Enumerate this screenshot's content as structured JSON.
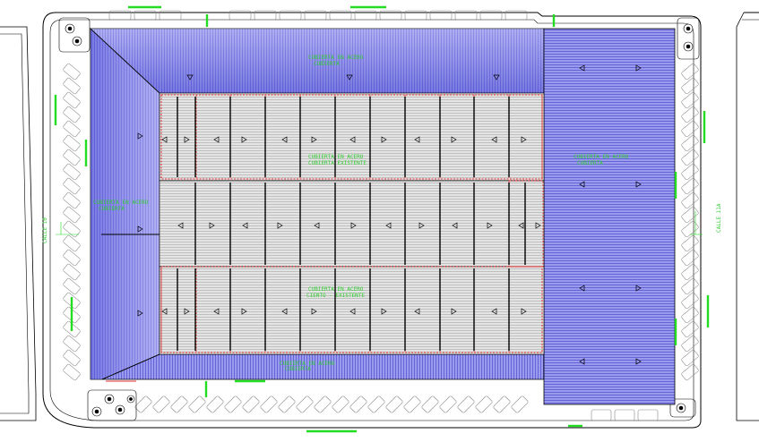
{
  "labels": {
    "cubierta_a": "CUBIERTA EN ACERO",
    "cubierta_a_sub": "CUBIERTA",
    "cubierta_b": "CUBIERTA EN ACERO",
    "cubierta_b_sub": "CUBIERTA EXISTENTE",
    "cubierta_c": "CUBIERTA EN ACERO",
    "cubierta_c_sub": "CIENTO - EXISTENTE",
    "cubierta_d": "CUBIERTA EN ACERO",
    "cubierta_d_sub": "CUBIERTA",
    "cubierta_e": "CUBIERTA EN ACERO",
    "cubierta_e_sub": "CUBIERTA",
    "cubierta_f": "CUBIERTA EN ACERO",
    "cubierta_f_sub": "CUBIERTA",
    "calle_left": "CALLE 10",
    "calle_right": "CALLE 11A"
  },
  "colors": {
    "roof_blue": "#8a8aee",
    "roof_blue_dark": "#3a3acc",
    "roof_gray": "#e2e2e2",
    "hatch_gray": "#9a9a9a",
    "dashed_red": "#e03030",
    "annotation_green": "#22dd22",
    "outline": "#000000"
  }
}
